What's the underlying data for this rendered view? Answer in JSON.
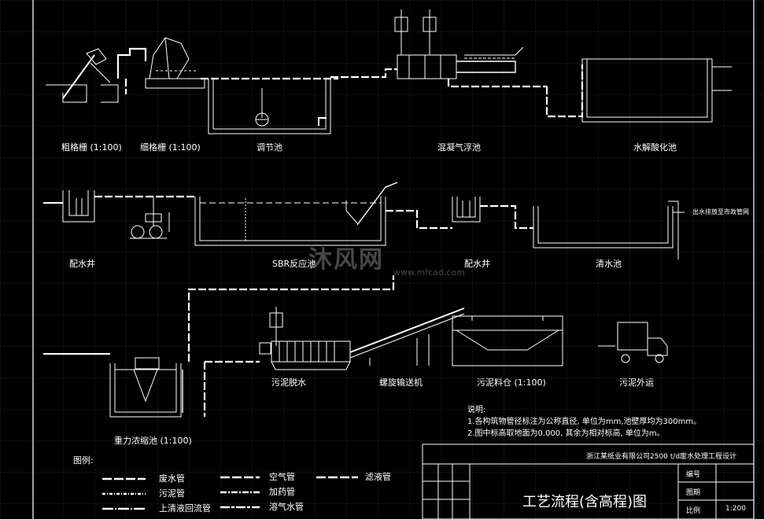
{
  "colors": {
    "background": "#000000",
    "line": "#ffffff",
    "grid": "#1c1c1c",
    "watermark": "#888888"
  },
  "units": {
    "coarse_screen": "粗格栅 (1:100)",
    "fine_screen": "细格栅 (1:100)",
    "equalization": "调节池",
    "air_flotation": "混凝气浮池",
    "hydrolysis": "水解酸化池",
    "distribution1": "配水井",
    "sbr": "SBR反应池",
    "distribution2": "配水井",
    "clear_pool": "清水池",
    "sludge_dewater": "污泥脱水",
    "screw_conveyor": "螺旋输送机",
    "sludge_shed": "污泥料仓 (1:100)",
    "sludge_transport": "污泥外运",
    "thickener": "重力浓缩池 (1:100)"
  },
  "annotations": {
    "outfall": "出水排放至市政管网"
  },
  "notes": {
    "title": "说明:",
    "line1": "1.各构筑物管径标注为公称直径, 单位为mm,池壁厚均为300mm。",
    "line2": "2.图中标高取地面为0.000, 其余为相对标高, 单位为m。"
  },
  "legend": {
    "title": "图例:",
    "items": [
      "废水管",
      "污泥管",
      "上清液回流管",
      "空气管",
      "加药管",
      "溶气水管",
      "滤液管"
    ]
  },
  "title_block": {
    "company": "浙江某纸业有限公司2500 t/d废水处理工程设计",
    "drawing_title": "工艺流程(含高程)图",
    "row1_label": "编号",
    "row2_label": "图期",
    "row3_label": "比例",
    "scale": "1:200"
  },
  "watermark": {
    "text": "沐风网",
    "url": "www.mfcad.com"
  }
}
